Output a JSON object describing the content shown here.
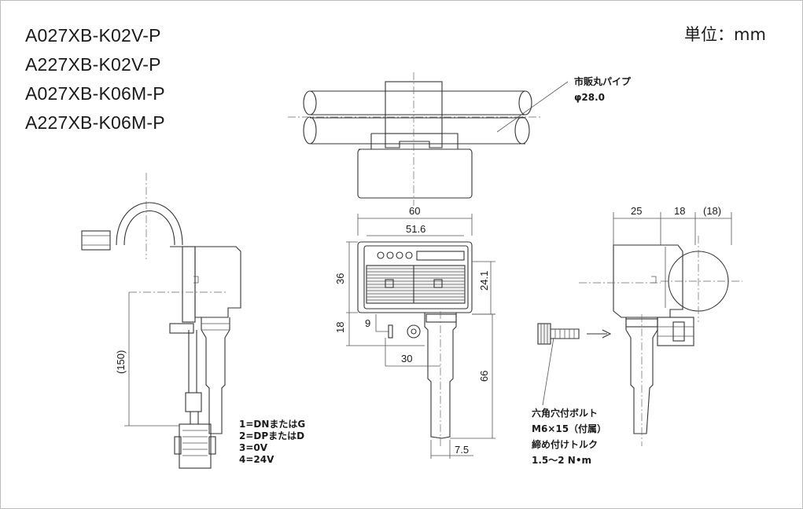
{
  "models": [
    "A027XB-K02V-P",
    "A227XB-K02V-P",
    "A027XB-K06M-P",
    "A227XB-K06M-P"
  ],
  "unit_label": "単位：mm",
  "pipe_note": {
    "line1": "市販丸パイプ",
    "line2": "φ28.0"
  },
  "dimensions": {
    "width_60": "60",
    "width_51_6": "51.6",
    "height_36": "36",
    "height_18": "18",
    "dim_9": "9",
    "dim_30": "30",
    "dim_24_1": "24.1",
    "dim_66": "66",
    "dim_7_5": "7.5",
    "cable_150": "(150)",
    "side_25": "25",
    "side_18": "18",
    "side_18_ref": "(18)"
  },
  "pin_legend": [
    "1=DNまたはG",
    "2=DPまたはD",
    "3=0V",
    "4=24V"
  ],
  "bolt_note": [
    "六角穴付ボルト",
    "M6×15（付属）",
    "締め付けトルク",
    "1.5〜2 N•m"
  ]
}
